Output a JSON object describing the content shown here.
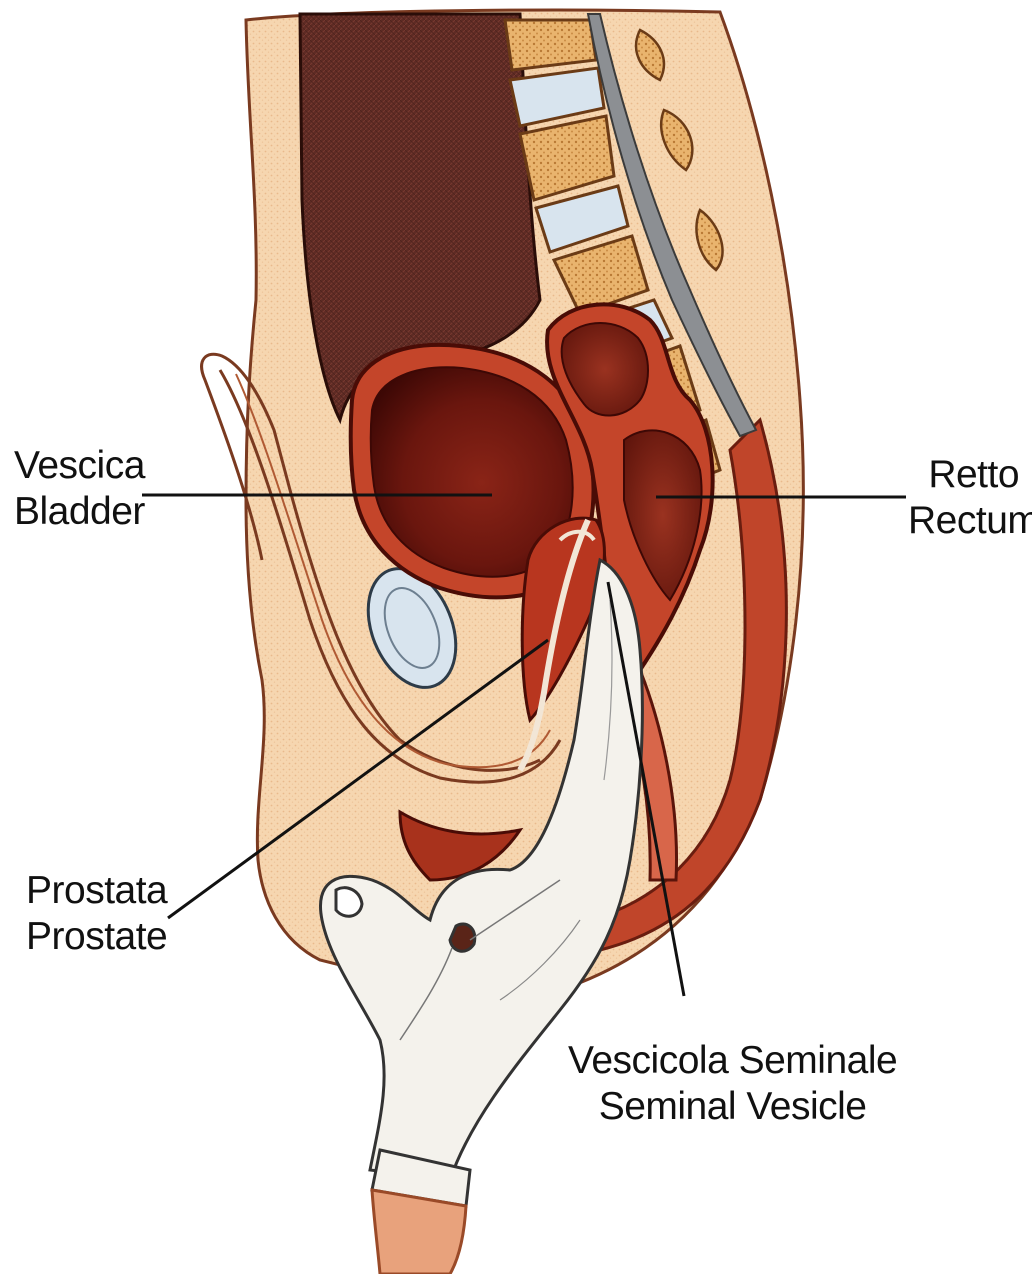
{
  "labels": {
    "bladder": {
      "it": "Vescica",
      "en": "Bladder"
    },
    "rectum": {
      "it": "Retto",
      "en": "Rectum"
    },
    "prostate": {
      "it": "Prostata",
      "en": "Prostate"
    },
    "seminal_vesicle": {
      "it": "Vescicola Seminale",
      "en": "Seminal Vesicle"
    }
  },
  "colors": {
    "skin": "#f6d6b0",
    "tissue_red": "#a8321c",
    "organ_dark": "#5a0f0a",
    "intestine_brown": "#5c2a22",
    "vertebra": "#e8b978",
    "disc": "#d8e4ee",
    "glove": "#f4f2ec",
    "leader_line": "#111111"
  }
}
